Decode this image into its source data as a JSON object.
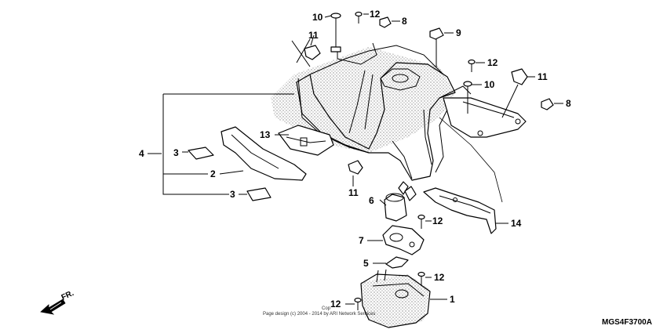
{
  "labels": {
    "l1": "1",
    "l2": "2",
    "l3a": "3",
    "l3b": "3",
    "l4": "4",
    "l5": "5",
    "l6": "6",
    "l7": "7",
    "l8a": "8",
    "l8b": "8",
    "l9": "9",
    "l10a": "10",
    "l10b": "10",
    "l11a": "11",
    "l11b": "11",
    "l11c": "11",
    "l12a": "12",
    "l12b": "12",
    "l12c": "12",
    "l12d": "12",
    "l12e": "12",
    "l13": "13",
    "l14": "14"
  },
  "direction_arrow": {
    "text": "FR.",
    "icon": "front-direction-arrow-icon"
  },
  "diagram_code": "MGS4F3700A",
  "copyright": "Page design (c) 2004 - 2014 by ARI Network Services",
  "copyright_short": "Cop"
}
